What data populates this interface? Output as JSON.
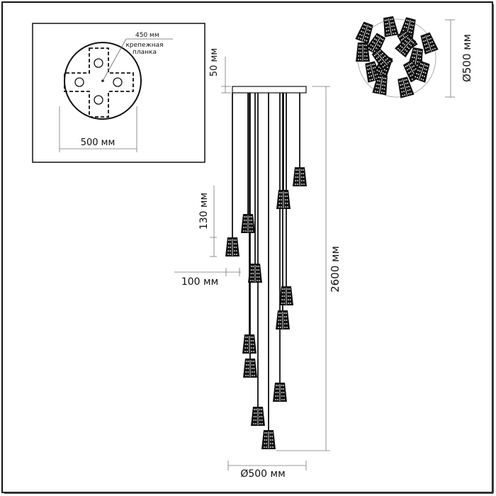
{
  "mount_plate_view": {
    "plate_width_label": "450 мм",
    "plate_caption_line1": "крепежная",
    "plate_caption_line2": "планка",
    "canopy_diameter_label": "500 мм"
  },
  "front_view": {
    "canopy_height_label": "50 мм",
    "total_height_label": "2600 мм",
    "shade_height_label": "130 мм",
    "shade_width_label": "100 мм",
    "overall_diameter_label": "Ø500 мм"
  },
  "top_view": {
    "diameter_label": "Ø500 мм"
  },
  "colors": {
    "line": "#111111",
    "background": "#ffffff"
  }
}
